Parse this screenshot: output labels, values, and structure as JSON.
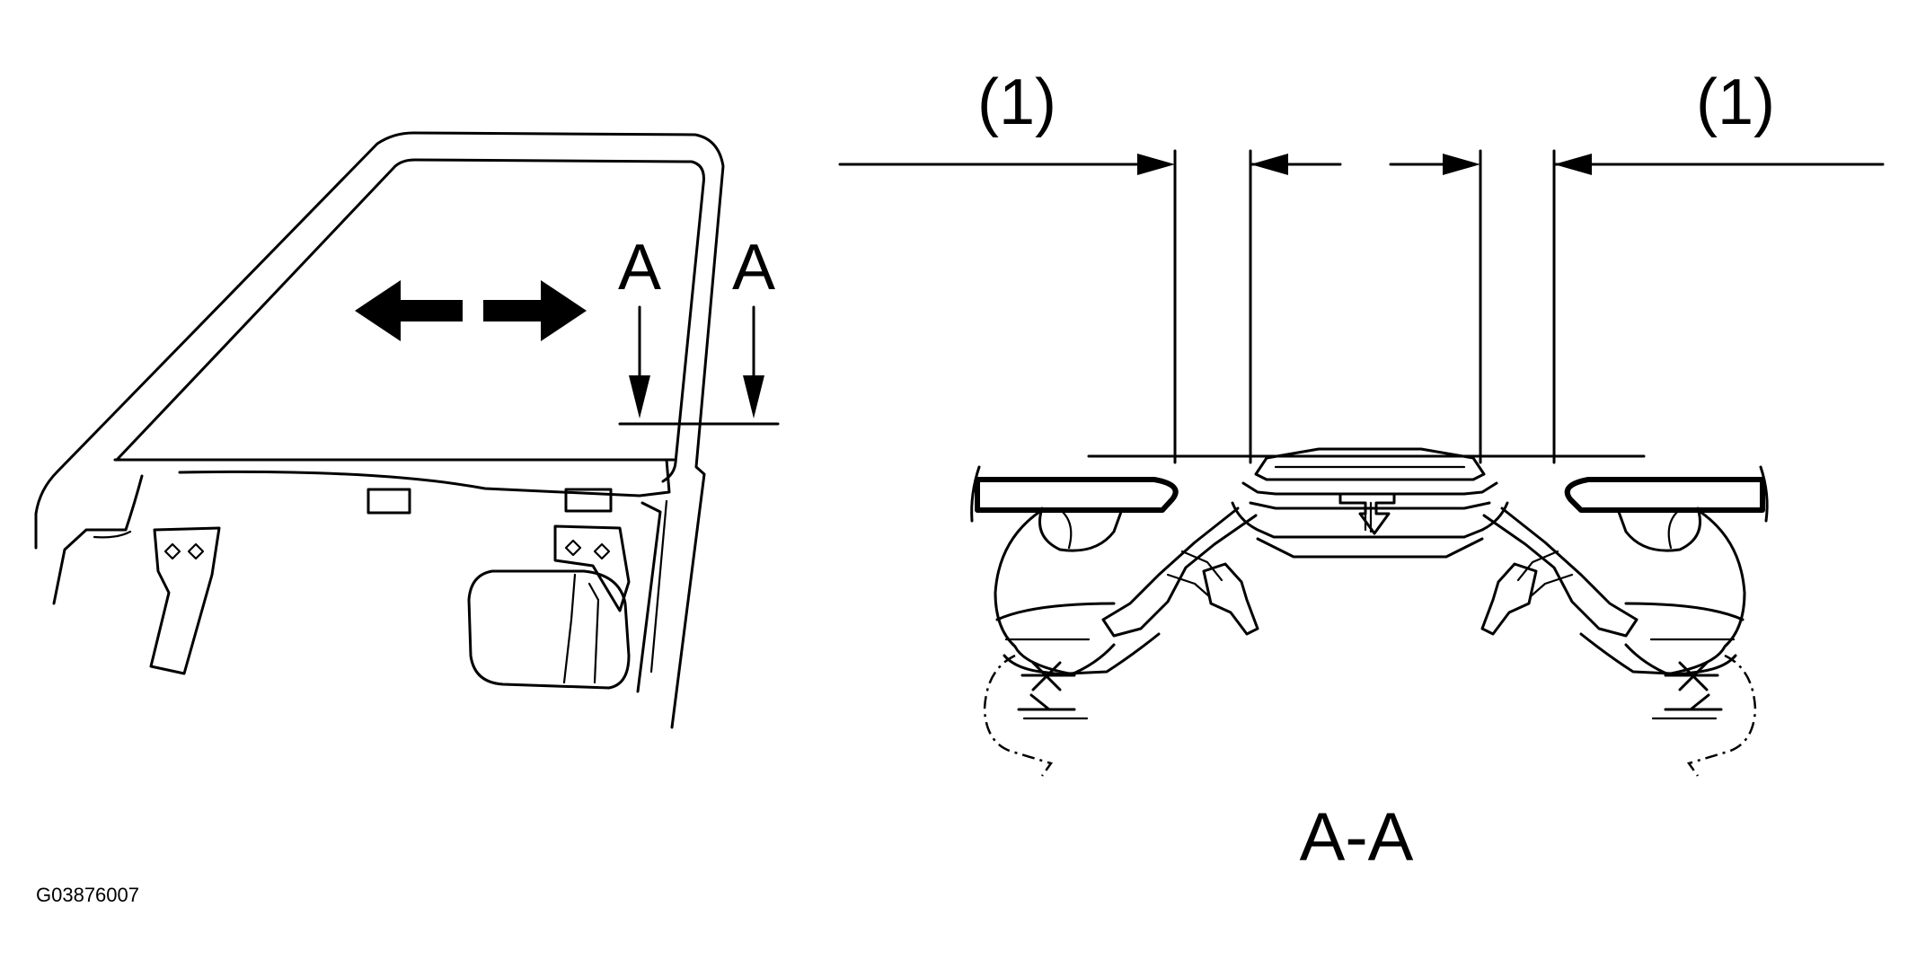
{
  "section_marker_left": "A",
  "section_marker_right": "A",
  "dimension_label_left": "(1)",
  "dimension_label_right": "(1)",
  "section_title": "A-A",
  "figure_code": "G03876007"
}
